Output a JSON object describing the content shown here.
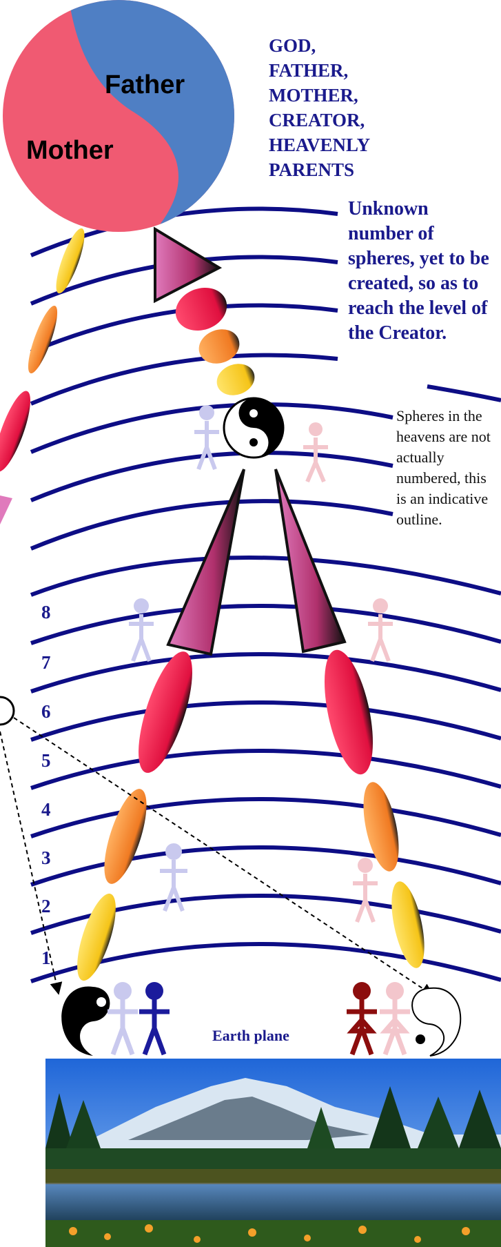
{
  "circle": {
    "label_top": "Father",
    "label_bottom": "Mother",
    "colors": {
      "father": "#4f7fc4",
      "mother": "#f05a72"
    }
  },
  "header_lines": [
    "GOD,",
    "FATHER,",
    "MOTHER,",
    "CREATOR,",
    "HEAVENLY",
    "PARENTS"
  ],
  "unknown_spheres_text": "Unknown number of spheres, yet to be created, so as to reach the level of the Creator.",
  "note_text": "Spheres in the heavens are not actually numbered, this is an indicative outline.",
  "sphere_numbers": [
    "8",
    "7",
    "6",
    "5",
    "4",
    "3",
    "2",
    "1"
  ],
  "earth_label": "Earth plane",
  "colors": {
    "arc": "#0d0d85",
    "text": "#1a1a8c",
    "blue_figure": "#1b1b9c",
    "red_figure": "#8c0d0d",
    "light_blue": "#c9c9ee",
    "light_pink": "#f3c6cc"
  },
  "icons": [
    "yin-yang-icon",
    "stick-figure-icon",
    "triangle-icon",
    "ellipse-icon",
    "landscape-photo"
  ]
}
